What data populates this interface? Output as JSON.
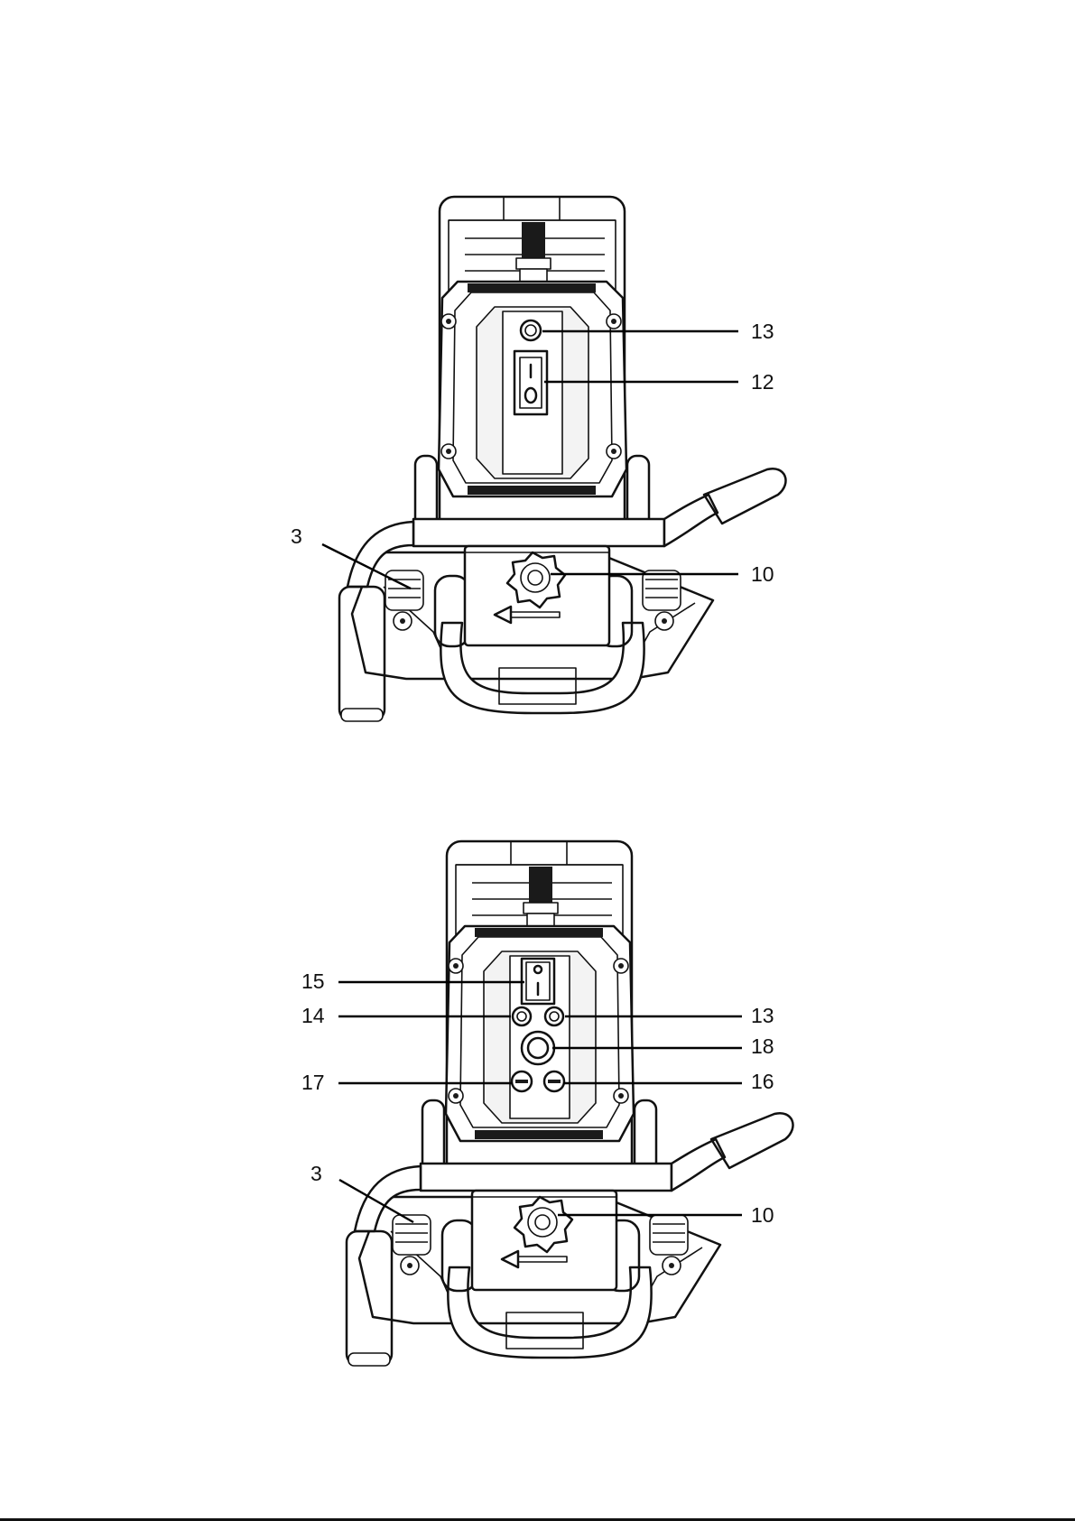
{
  "figures": [
    {
      "name": "top-view-single-switch",
      "switch_marks": [
        "I",
        "O"
      ],
      "callouts": [
        {
          "id": "13",
          "label": "13"
        },
        {
          "id": "12",
          "label": "12"
        },
        {
          "id": "3",
          "label": "3"
        },
        {
          "id": "10",
          "label": "10"
        }
      ]
    },
    {
      "name": "top-view-control-panel",
      "switch_marks": [
        "O",
        "I"
      ],
      "callouts": [
        {
          "id": "15",
          "label": "15"
        },
        {
          "id": "14",
          "label": "14"
        },
        {
          "id": "13",
          "label": "13"
        },
        {
          "id": "18",
          "label": "18"
        },
        {
          "id": "17",
          "label": "17"
        },
        {
          "id": "16",
          "label": "16"
        },
        {
          "id": "3",
          "label": "3"
        },
        {
          "id": "10",
          "label": "10"
        }
      ]
    }
  ],
  "colors": {
    "line": "#111111",
    "background": "#ffffff"
  }
}
